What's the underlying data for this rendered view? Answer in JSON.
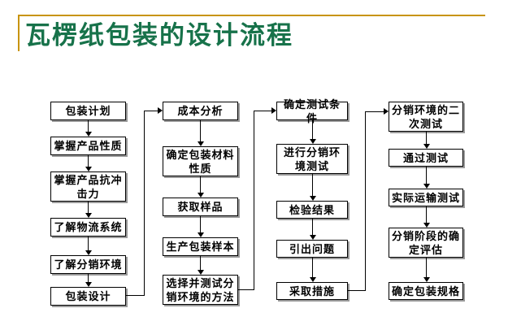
{
  "slide": {
    "title": "瓦楞纸包装的设计流程",
    "accent_color": "#C8940B",
    "title_color": "#17724A"
  },
  "flowchart": {
    "columns": [
      {
        "boxes": [
          {
            "label": "包装计划"
          },
          {
            "label": "掌握产品性质"
          },
          {
            "label": "掌握产品抗冲击力"
          },
          {
            "label": "了解物流系统"
          },
          {
            "label": "了解分销环境"
          },
          {
            "label": "包装设计"
          }
        ]
      },
      {
        "boxes": [
          {
            "label": "成本分析"
          },
          {
            "label": "确定包装材料性质"
          },
          {
            "label": "获取样品"
          },
          {
            "label": "生产包装样本"
          },
          {
            "label": "选择并测试分销环境的方法"
          }
        ]
      },
      {
        "boxes": [
          {
            "label": "确定测试条件"
          },
          {
            "label": "进行分销环境测试"
          },
          {
            "label": "检验结果"
          },
          {
            "label": "引出问题"
          },
          {
            "label": "采取措施"
          }
        ]
      },
      {
        "boxes": [
          {
            "label": "分销环境的二次测试"
          },
          {
            "label": "通过测试"
          },
          {
            "label": "实际运输测试"
          },
          {
            "label": "分销阶段的确定评估"
          },
          {
            "label": "确定包装规格"
          }
        ]
      }
    ]
  }
}
